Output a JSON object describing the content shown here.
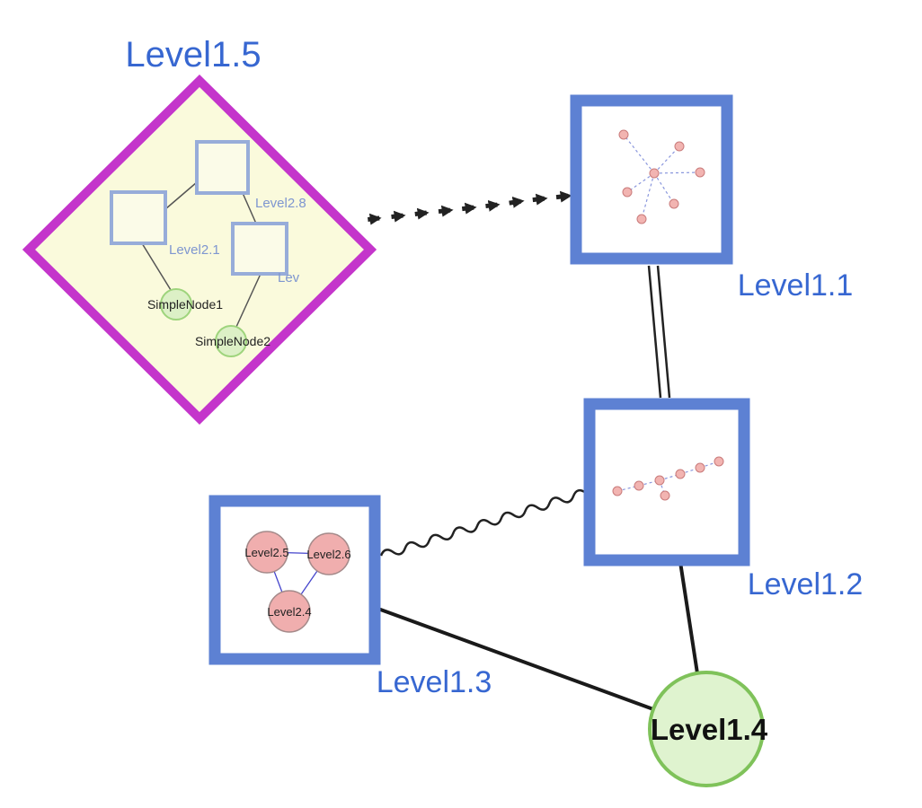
{
  "diagram": {
    "type": "nested-graph",
    "background": "#ffffff",
    "nodes": {
      "level15": {
        "label": "Level1.5",
        "shape": "diamond-group",
        "fill": "#fafadc",
        "border": "#c435cb",
        "children": {
          "level28": {
            "label": "Level2.8",
            "shape": "square"
          },
          "level21": {
            "label": "Level2.1",
            "shape": "square"
          },
          "level2trunc": {
            "label": "Lev",
            "shape": "square"
          },
          "simplenode1": {
            "label": "SimpleNode1",
            "shape": "circle"
          },
          "simplenode2": {
            "label": "SimpleNode2",
            "shape": "circle"
          }
        },
        "child_edges": [
          [
            "Level2.1",
            "Level2.8"
          ],
          [
            "Level2.8",
            "Lev"
          ],
          [
            "Level2.1",
            "SimpleNode1"
          ],
          [
            "Lev",
            "SimpleNode2"
          ]
        ]
      },
      "level11": {
        "label": "Level1.1",
        "shape": "square-group",
        "border": "#5d81d3",
        "contents": {
          "mini_nodes": 7,
          "topology": "star",
          "node_color": "#f2b4b1",
          "edge_style": "dashed-blue"
        }
      },
      "level12": {
        "label": "Level1.2",
        "shape": "square-group",
        "border": "#5d81d3",
        "contents": {
          "mini_nodes": 7,
          "topology": "chain",
          "node_color": "#f2b4b1",
          "edge_style": "dashed-blue"
        }
      },
      "level13": {
        "label": "Level1.3",
        "shape": "square-group",
        "border": "#5d81d3",
        "children": {
          "level25": {
            "label": "Level2.5",
            "shape": "circle"
          },
          "level26": {
            "label": "Level2.6",
            "shape": "circle"
          },
          "level24": {
            "label": "Level2.4",
            "shape": "circle"
          }
        },
        "child_edges": [
          [
            "Level2.5",
            "Level2.6"
          ],
          [
            "Level2.5",
            "Level2.4"
          ],
          [
            "Level2.6",
            "Level2.4"
          ]
        ]
      },
      "level14": {
        "label": "Level1.4",
        "shape": "circle",
        "fill": "#dff3cf",
        "border": "#7fc25a"
      }
    },
    "edges": [
      {
        "from": "Level1.5",
        "to": "Level1.1",
        "style": "bold-dashed-arrows"
      },
      {
        "from": "Level1.1",
        "to": "Level1.2",
        "style": "double-line"
      },
      {
        "from": "Level1.3",
        "to": "Level1.2",
        "style": "wavy"
      },
      {
        "from": "Level1.3",
        "to": "Level1.4",
        "style": "solid"
      },
      {
        "from": "Level1.2",
        "to": "Level1.4",
        "style": "solid"
      }
    ],
    "colors": {
      "label_blue": "#3767d1",
      "inner_label_blue": "#7e96d0",
      "group_border_blue": "#5d81d3",
      "diamond_magenta": "#c435cb",
      "diamond_fill": "#fafadc",
      "inner_square_fill": "#fbfbe8",
      "inner_square_border": "#97acd9",
      "green_node_fill": "#dcf0c6",
      "green_node_border": "#9ed47c",
      "pink_node_fill": "#f0aeae",
      "pink_node_border": "#a58a8a",
      "mini_edge_blue": "#8a97dd",
      "edge_black": "#222222"
    }
  }
}
